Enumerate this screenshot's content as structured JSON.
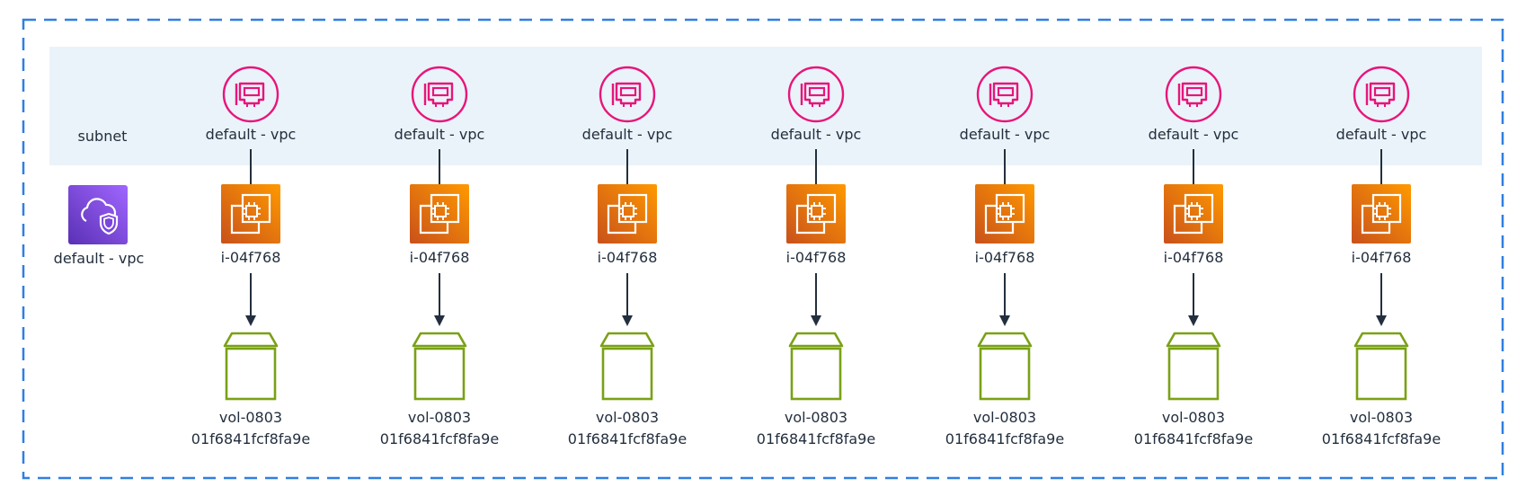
{
  "subnet": {
    "label": "subnet"
  },
  "vpc": {
    "label": "default - vpc",
    "icon": "vpc-shield-icon",
    "color": "#8c4fff"
  },
  "colors": {
    "frame": "#2f7fe0",
    "subnet_band": "#eaf3f9",
    "eni": "#e7157b",
    "ec2_light": "#f8991d",
    "ec2_dark": "#c8511b",
    "ebs": "#7aa116",
    "connector": "#232f3e"
  },
  "columns": [
    {
      "eni_label": "default - vpc",
      "instance_label": "i-04f768",
      "volume_line1": "vol-0803",
      "volume_line2": "01f6841fcf8fa9e"
    },
    {
      "eni_label": "default - vpc",
      "instance_label": "i-04f768",
      "volume_line1": "vol-0803",
      "volume_line2": "01f6841fcf8fa9e"
    },
    {
      "eni_label": "default - vpc",
      "instance_label": "i-04f768",
      "volume_line1": "vol-0803",
      "volume_line2": "01f6841fcf8fa9e"
    },
    {
      "eni_label": "default - vpc",
      "instance_label": "i-04f768",
      "volume_line1": "vol-0803",
      "volume_line2": "01f6841fcf8fa9e"
    },
    {
      "eni_label": "default - vpc",
      "instance_label": "i-04f768",
      "volume_line1": "vol-0803",
      "volume_line2": "01f6841fcf8fa9e"
    },
    {
      "eni_label": "default - vpc",
      "instance_label": "i-04f768",
      "volume_line1": "vol-0803",
      "volume_line2": "01f6841fcf8fa9e"
    },
    {
      "eni_label": "default - vpc",
      "instance_label": "i-04f768",
      "volume_line1": "vol-0803",
      "volume_line2": "01f6841fcf8fa9e"
    }
  ]
}
